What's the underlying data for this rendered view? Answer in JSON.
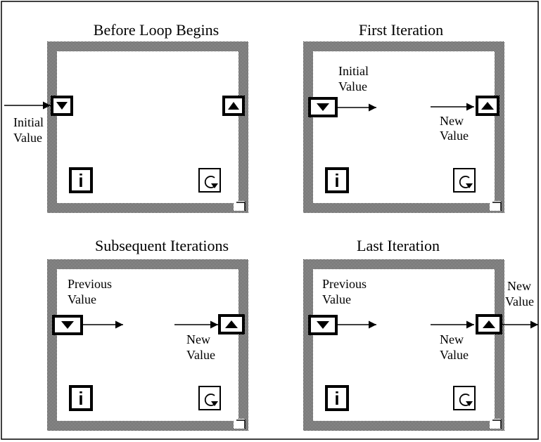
{
  "colors": {
    "background": "#ffffff",
    "ink": "#000000",
    "loop_border_pattern": "checkerboard gray"
  },
  "panels": [
    {
      "id": "before-loop-begins",
      "title": "Before Loop Begins",
      "left_labels": [
        "Initial",
        "Value"
      ],
      "right_labels": [],
      "outside_right_labels": []
    },
    {
      "id": "first-iteration",
      "title": "First Iteration",
      "left_labels": [
        "Initial",
        "Value"
      ],
      "right_labels": [
        "New",
        "Value"
      ],
      "outside_right_labels": []
    },
    {
      "id": "subsequent-iterations",
      "title": "Subsequent Iterations",
      "left_labels": [
        "Previous",
        "Value"
      ],
      "right_labels": [
        "New",
        "Value"
      ],
      "outside_right_labels": []
    },
    {
      "id": "last-iteration",
      "title": "Last Iteration",
      "left_labels": [
        "Previous",
        "Value"
      ],
      "right_labels": [
        "New",
        "Value"
      ],
      "outside_right_labels": [
        "New",
        "Value"
      ]
    }
  ],
  "icons": {
    "iteration_terminal": "i",
    "conditional_terminal": "loop-arrow-icon",
    "shift_register_left": "down-triangle-icon",
    "shift_register_right": "up-triangle-icon"
  }
}
